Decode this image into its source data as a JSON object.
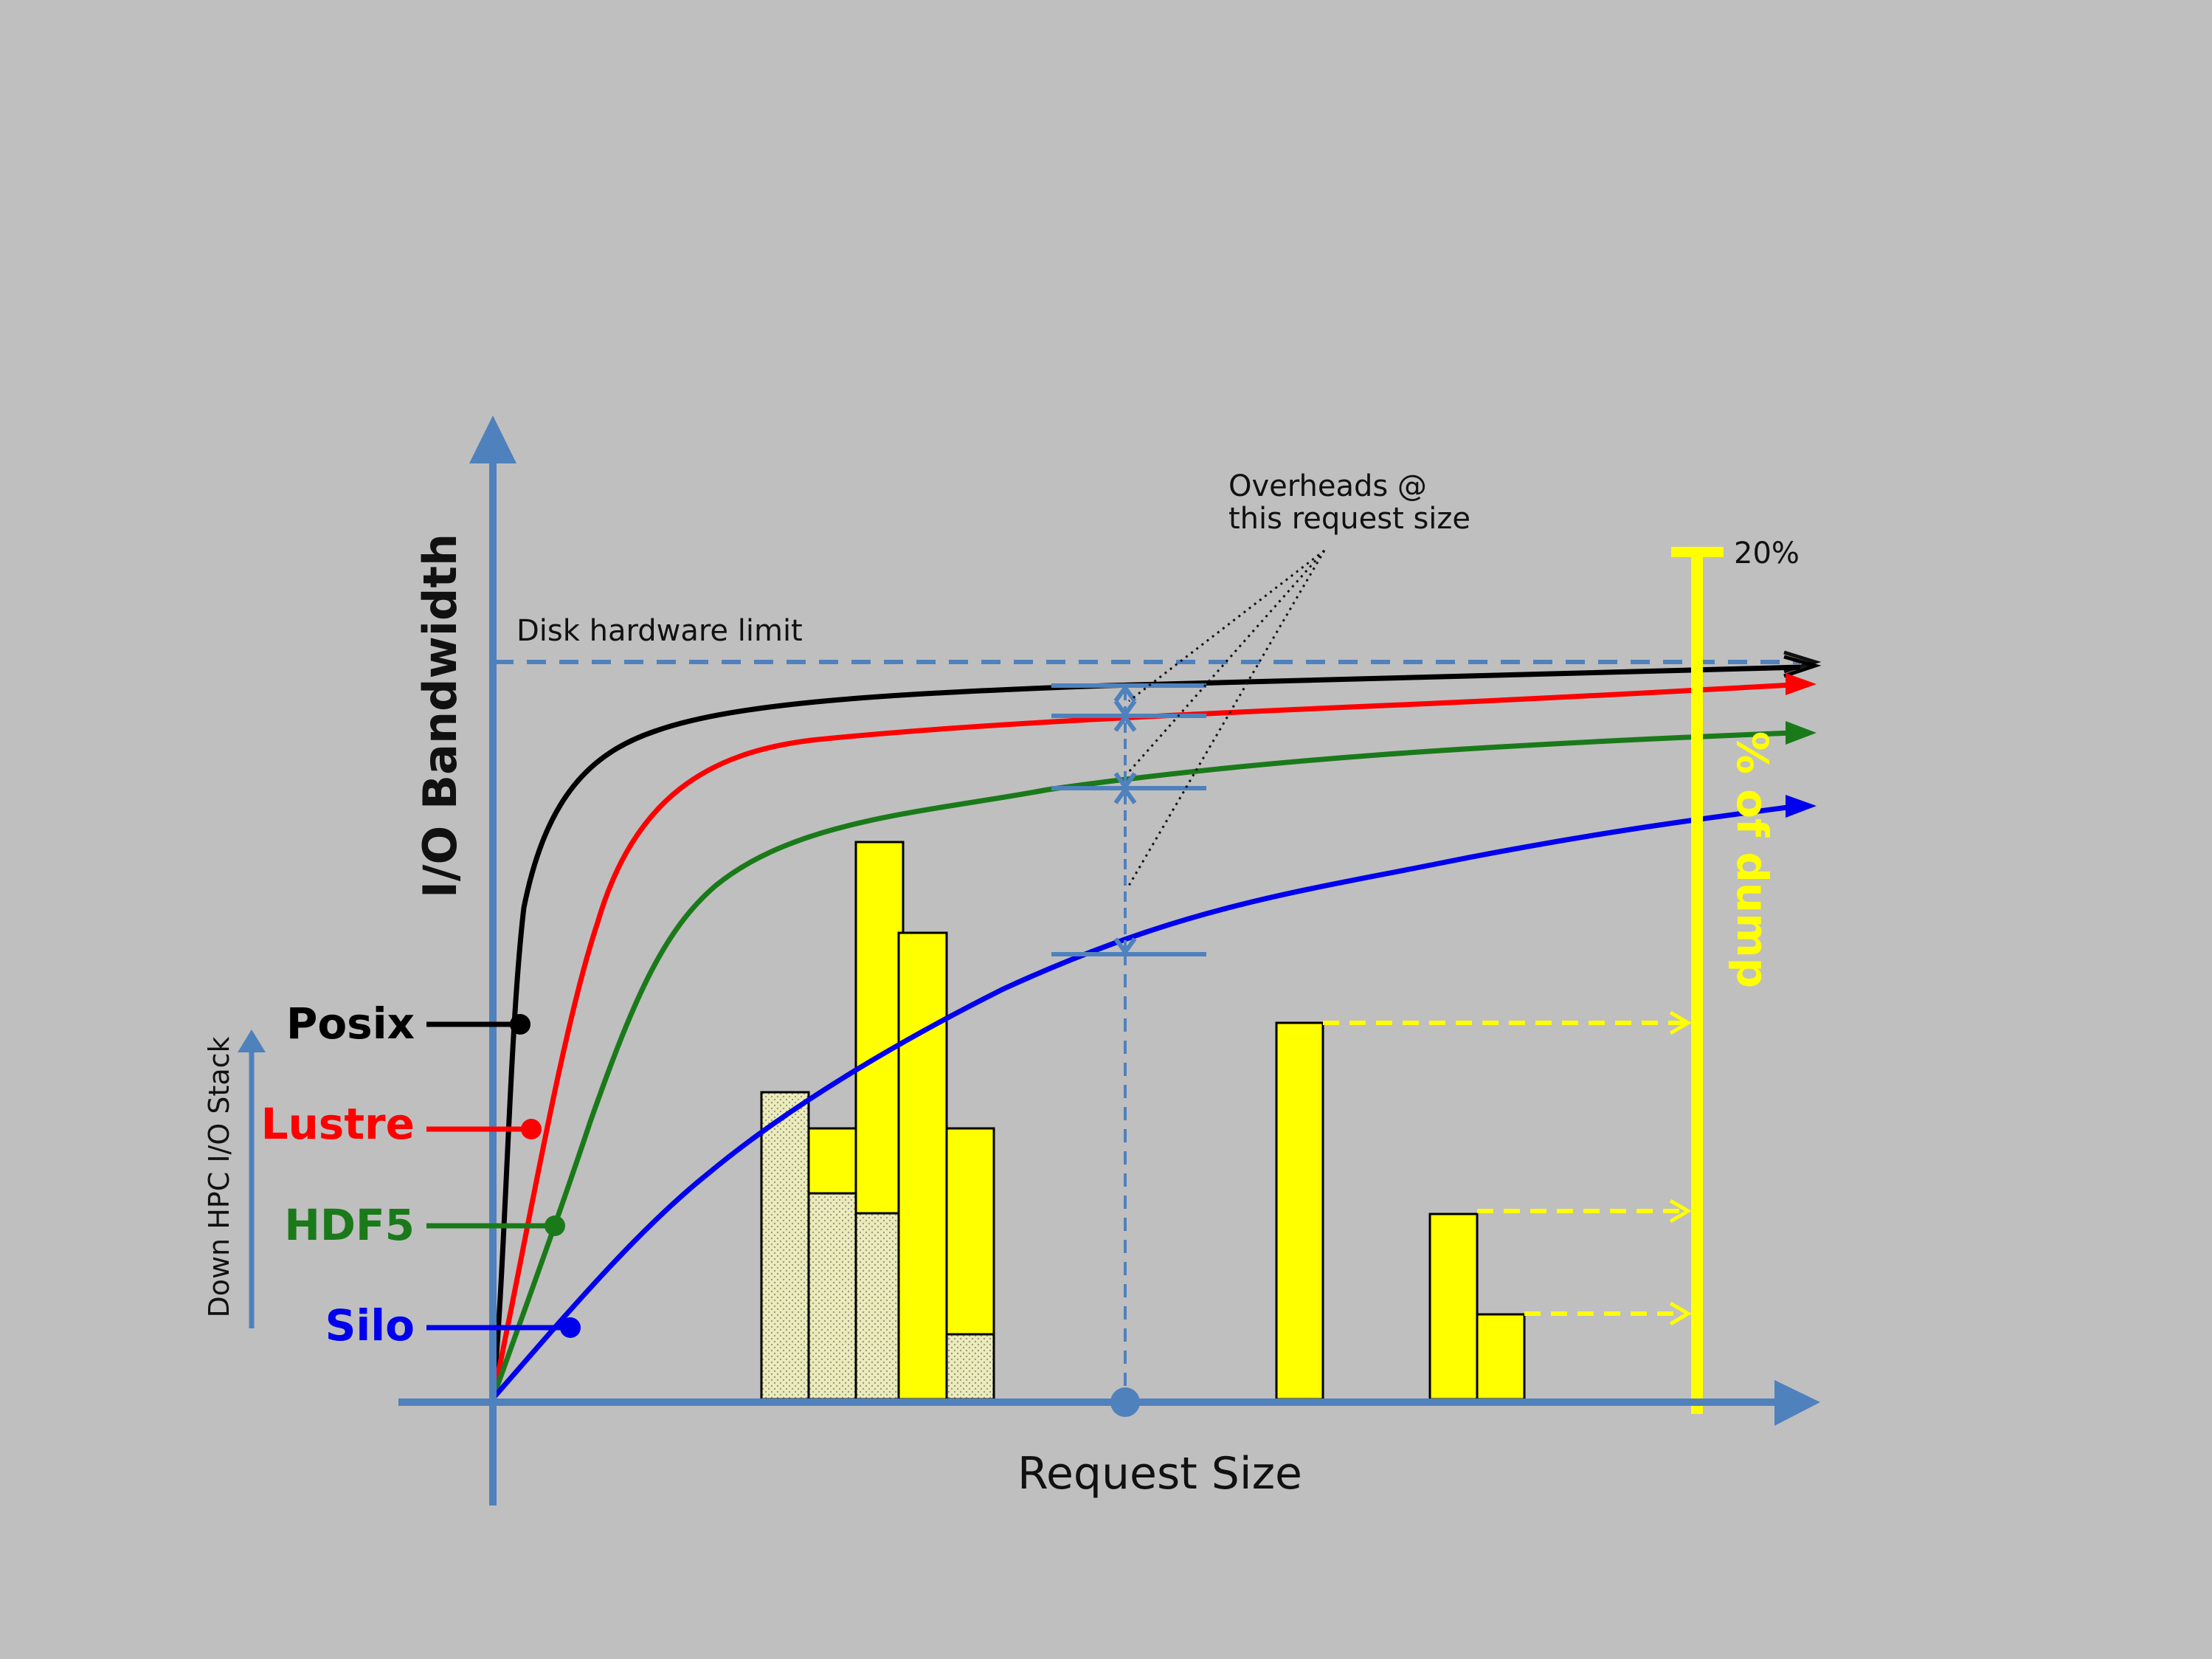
{
  "axes": {
    "x_label": "Request Size",
    "y_label": "I/O Bandwidth"
  },
  "annotations": {
    "disk_limit": "Disk hardware limit",
    "overheads_line1": "Overheads @",
    "overheads_line2": "this request size",
    "stack_direction": "Down HPC I/O Stack",
    "dump_label": "% of dump",
    "dump_max": "20%"
  },
  "layers": [
    {
      "id": "posix",
      "label": "Posix",
      "color": "#000000"
    },
    {
      "id": "lustre",
      "label": "Lustre",
      "color": "#ff0000"
    },
    {
      "id": "hdf5",
      "label": "HDF5",
      "color": "#1a7a1a"
    },
    {
      "id": "silo",
      "label": "Silo",
      "color": "#0000ee"
    }
  ],
  "colors": {
    "background": "#bfbfbf",
    "axis": "#4f81bd",
    "bar_fill": "#ffff00",
    "bar_hatched": "#e3e3b0",
    "dump_axis": "#ffff00"
  }
}
